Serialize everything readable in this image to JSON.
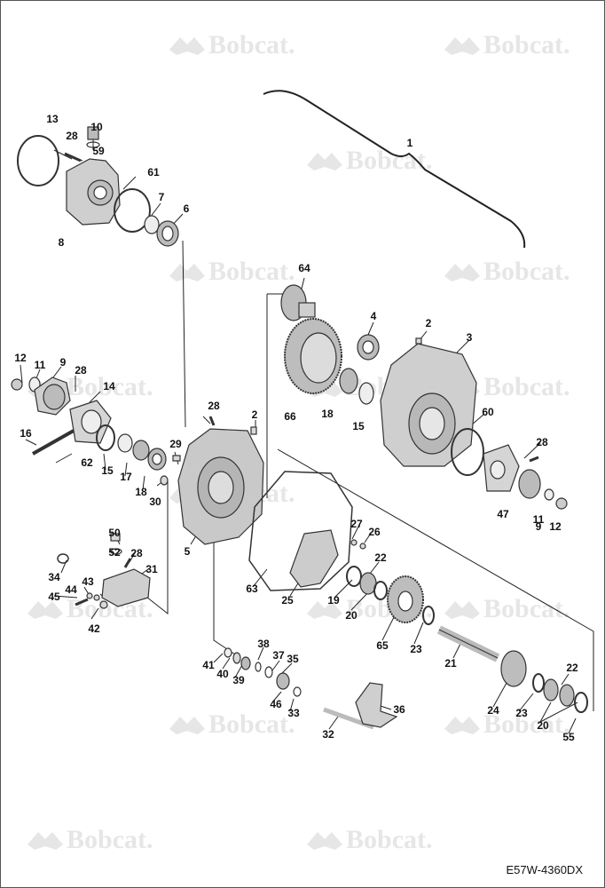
{
  "drawing_code": "E57W-4360DX",
  "watermark_text": "Bobcat.",
  "labels": [
    "1",
    "2",
    "2",
    "3",
    "4",
    "5",
    "6",
    "7",
    "8",
    "9",
    "9",
    "10",
    "11",
    "11",
    "12",
    "12",
    "13",
    "14",
    "15",
    "15",
    "16",
    "17",
    "18",
    "18",
    "19",
    "20",
    "20",
    "21",
    "22",
    "22",
    "23",
    "23",
    "24",
    "25",
    "26",
    "27",
    "28",
    "28",
    "28",
    "28",
    "28",
    "29",
    "30",
    "31",
    "32",
    "33",
    "34",
    "35",
    "36",
    "37",
    "38",
    "39",
    "40",
    "41",
    "42",
    "43",
    "44",
    "45",
    "46",
    "47",
    "50",
    "52",
    "55",
    "59",
    "60",
    "61",
    "62",
    "63",
    "64",
    "65",
    "66"
  ]
}
